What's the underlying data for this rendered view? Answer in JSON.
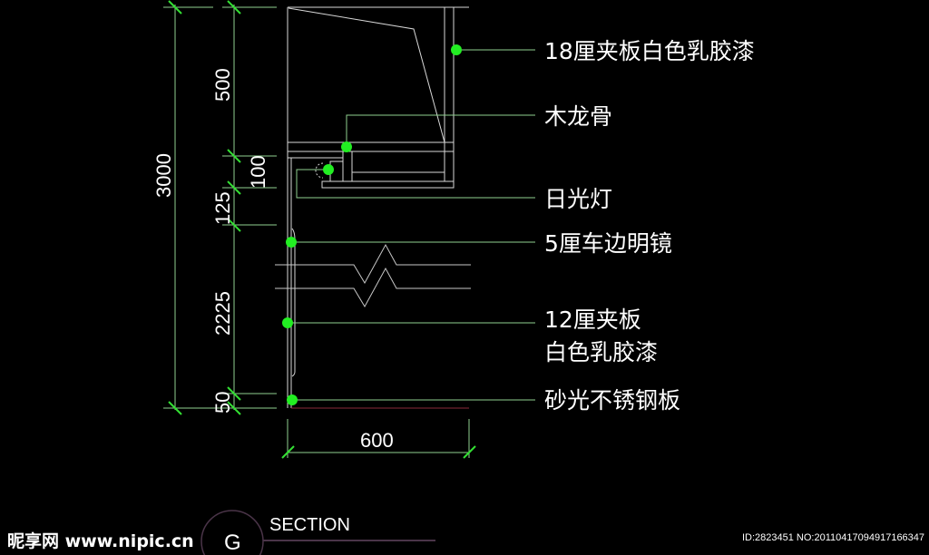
{
  "dimensions": {
    "total_height": "3000",
    "segments": [
      "500",
      "100",
      "125",
      "2225",
      "50"
    ],
    "width": "600"
  },
  "callouts": [
    "18厘夹板白色乳胶漆",
    "木龙骨",
    "日光灯",
    "5厘车边明镜",
    "12厘夹板",
    "白色乳胶漆",
    "砂光不锈钢板"
  ],
  "section_tag": {
    "letter": "G",
    "label": "SECTION"
  },
  "watermark": {
    "site": "昵享网 www.nipic.cn",
    "id": "ID:2823451 NO:20110417094917166347"
  },
  "colors": {
    "background": "#000000",
    "dimension": "#8fd08f",
    "leader_dot": "#22ee22",
    "outline": "#d8d8d8"
  }
}
